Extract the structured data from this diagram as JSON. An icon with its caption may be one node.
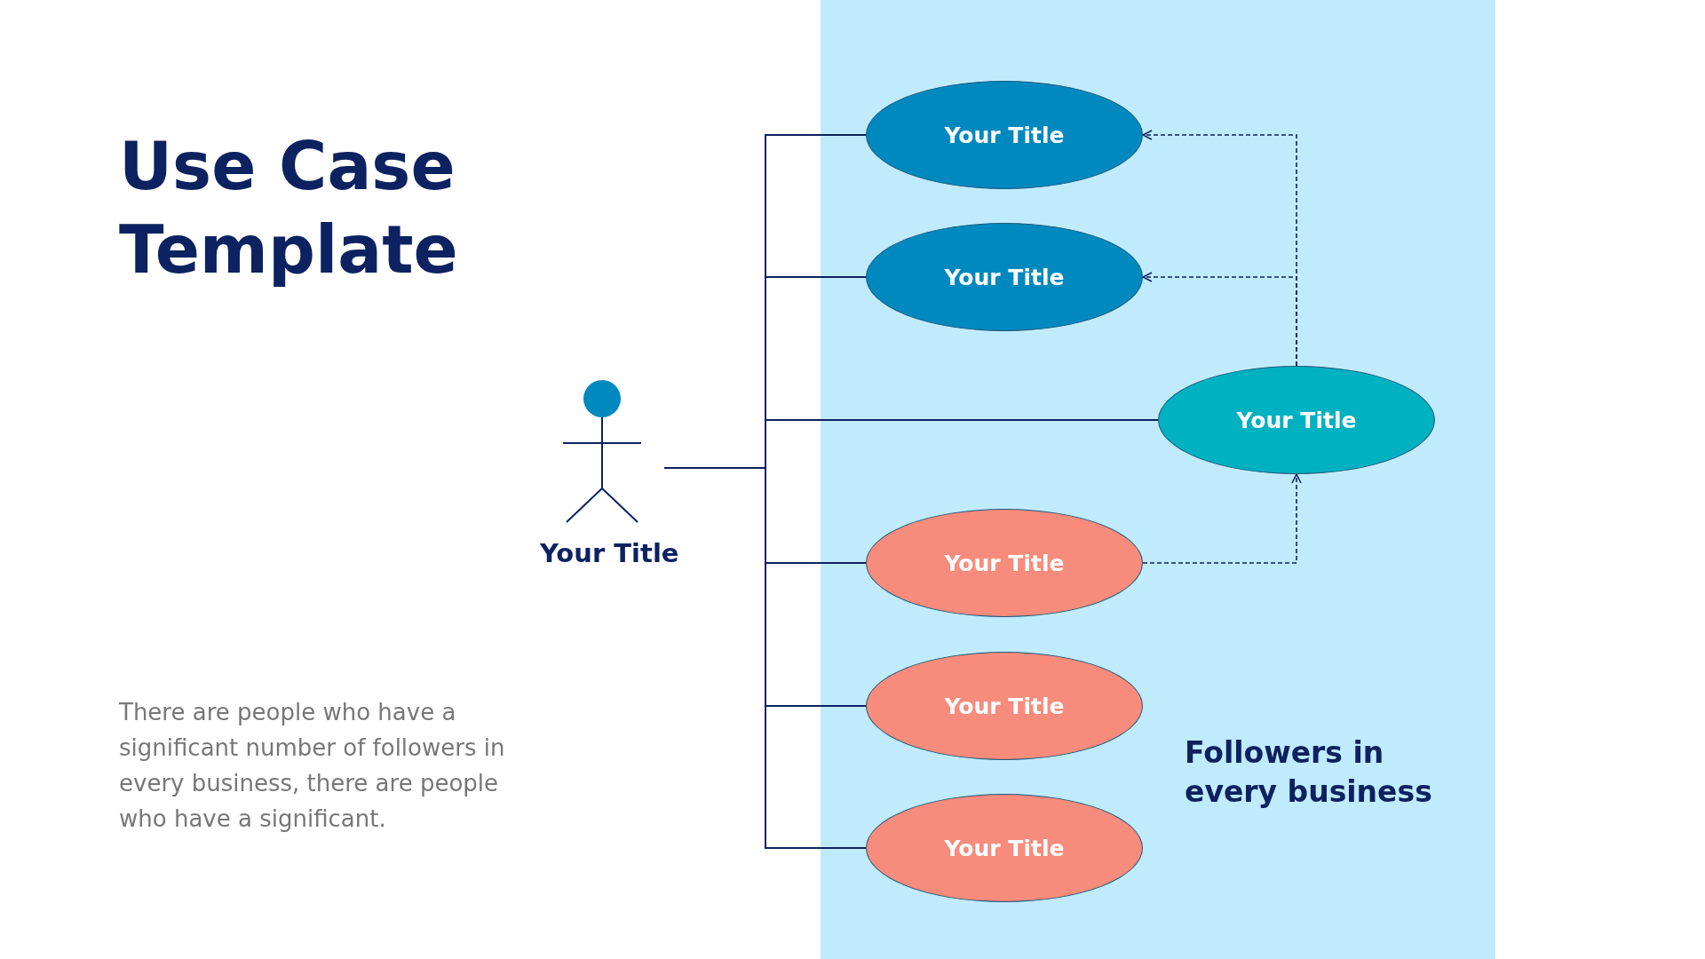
{
  "diagram": {
    "title": "Use Case Template",
    "nodes": [
      {
        "text": [
          "Your Title"
        ]
      },
      {
        "text": [
          "Your Title"
        ]
      },
      {
        "text": [
          "Your Title"
        ]
      },
      {
        "text": [
          "Your Title"
        ]
      },
      {
        "text": [
          "Your Title"
        ]
      },
      {
        "text": [
          "Your Title"
        ]
      },
      {
        "text": [
          "Your Title"
        ]
      }
    ],
    "edges": [
      {
        "from": 0,
        "to": 1,
        "arrow": "none"
      },
      {
        "from": 0,
        "to": 2,
        "arrow": "none"
      },
      {
        "from": 0,
        "to": 3,
        "arrow": "none"
      },
      {
        "from": 0,
        "to": 4,
        "arrow": "none"
      },
      {
        "from": 0,
        "to": 5,
        "arrow": "none"
      },
      {
        "from": 0,
        "to": 6,
        "arrow": "none"
      },
      {
        "from": 3,
        "to": 1,
        "arrow": "to",
        "style": "dashed"
      },
      {
        "from": 3,
        "to": 2,
        "arrow": "to",
        "style": "dashed"
      },
      {
        "from": 4,
        "to": 3,
        "arrow": "to",
        "style": "dashed"
      }
    ],
    "labels": [
      "There are people who have a significant number of followers in every business, there are people who have a significant.",
      "Followers in every business"
    ]
  }
}
